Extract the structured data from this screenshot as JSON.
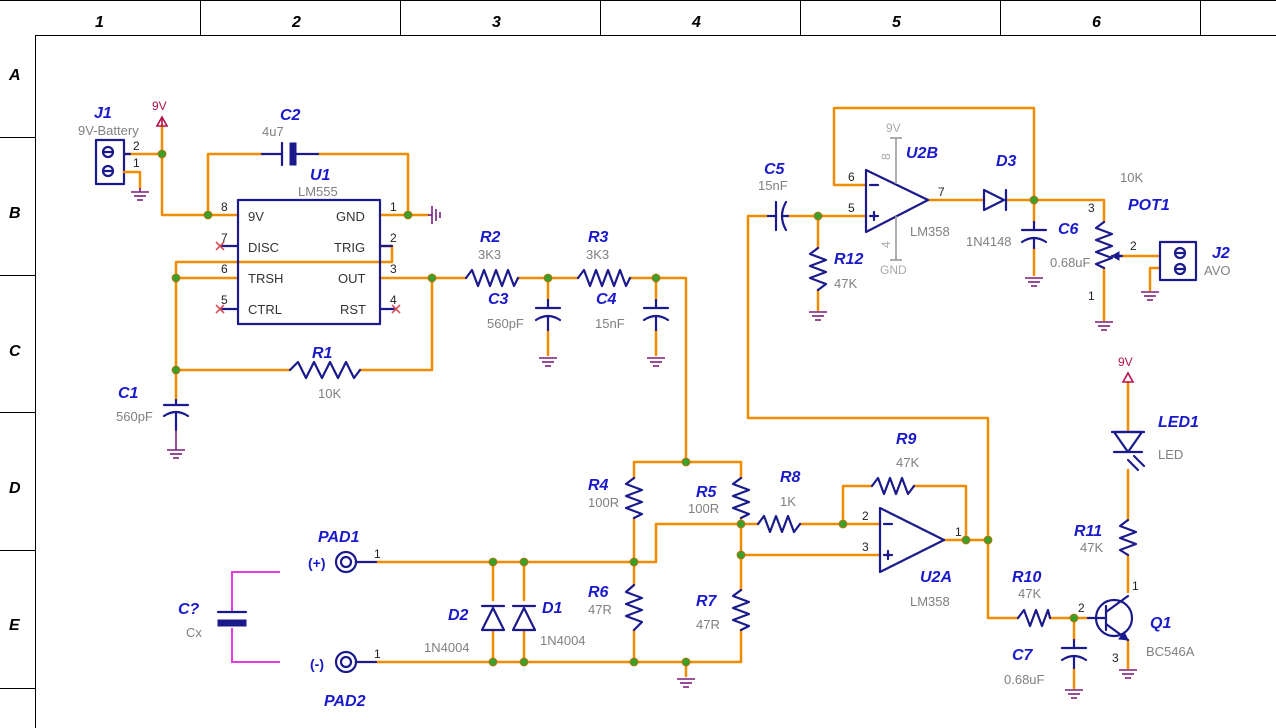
{
  "grid": {
    "columns": [
      "1",
      "2",
      "3",
      "4",
      "5",
      "6"
    ],
    "rows": [
      "A",
      "B",
      "C",
      "D",
      "E"
    ]
  },
  "components": {
    "J1": {
      "ref": "J1",
      "value": "9V-Battery",
      "pin_top": "2",
      "pin_bottom": "1"
    },
    "J2": {
      "ref": "J2",
      "value": "AVO",
      "pin": "2"
    },
    "U1": {
      "ref": "U1",
      "value": "LM555",
      "pins": {
        "p8": "8",
        "p7": "7",
        "p6": "6",
        "p5": "5",
        "p1": "1",
        "p2": "2",
        "p3": "3",
        "p4": "4"
      },
      "labels": {
        "vcc": "9V",
        "disc": "DISC",
        "trsh": "TRSH",
        "ctrl": "CTRL",
        "gnd": "GND",
        "trig": "TRIG",
        "out": "OUT",
        "rst": "RST"
      }
    },
    "C1": {
      "ref": "C1",
      "value": "560pF"
    },
    "C2": {
      "ref": "C2",
      "value": "4u7"
    },
    "C3": {
      "ref": "C3",
      "value": "560pF"
    },
    "C4": {
      "ref": "C4",
      "value": "15nF"
    },
    "C5": {
      "ref": "C5",
      "value": "15nF"
    },
    "C6": {
      "ref": "C6",
      "value": "0.68uF"
    },
    "C7": {
      "ref": "C7",
      "value": "0.68uF"
    },
    "CX": {
      "ref": "C?",
      "value": "Cx"
    },
    "R1": {
      "ref": "R1",
      "value": "10K"
    },
    "R2": {
      "ref": "R2",
      "value": "3K3"
    },
    "R3": {
      "ref": "R3",
      "value": "3K3"
    },
    "R4": {
      "ref": "R4",
      "value": "100R"
    },
    "R5": {
      "ref": "R5",
      "value": "100R"
    },
    "R6": {
      "ref": "R6",
      "value": "47R"
    },
    "R7": {
      "ref": "R7",
      "value": "47R"
    },
    "R8": {
      "ref": "R8",
      "value": "1K"
    },
    "R9": {
      "ref": "R9",
      "value": "47K"
    },
    "R10": {
      "ref": "R10",
      "value": "47K"
    },
    "R11": {
      "ref": "R11",
      "value": "47K"
    },
    "R12": {
      "ref": "R12",
      "value": "47K"
    },
    "POT1": {
      "ref": "POT1",
      "value": "10K",
      "pin_top": "3",
      "pin_wiper": "2",
      "pin_bottom": "1"
    },
    "D1": {
      "ref": "D1",
      "value": "1N4004"
    },
    "D2": {
      "ref": "D2",
      "value": "1N4004"
    },
    "D3": {
      "ref": "D3",
      "value": "1N4148"
    },
    "LED1": {
      "ref": "LED1",
      "value": "LED"
    },
    "Q1": {
      "ref": "Q1",
      "value": "BC546A",
      "pin_c": "1",
      "pin_b": "2",
      "pin_e": "3"
    },
    "U2A": {
      "ref": "U2A",
      "value": "LM358",
      "pin_inv": "2",
      "pin_noninv": "3",
      "pin_out": "1"
    },
    "U2B": {
      "ref": "U2B",
      "value": "LM358",
      "pin_inv": "6",
      "pin_noninv": "5",
      "pin_out": "7",
      "pin_vcc": "8",
      "pin_gnd": "4",
      "vcc_label": "9V",
      "gnd_label": "GND"
    },
    "PAD1": {
      "ref": "PAD1",
      "polarity": "(+)",
      "pin": "1"
    },
    "PAD2": {
      "ref": "PAD2",
      "polarity": "(-)",
      "pin": "1"
    }
  },
  "power": {
    "battery_top": "9V",
    "led_supply": "9V"
  },
  "colors": {
    "wire": "#f08c00",
    "component": "#1a1a8c",
    "reference": "#1a1acc",
    "node": "#3aa02a",
    "ground": "#7a1f7a"
  }
}
